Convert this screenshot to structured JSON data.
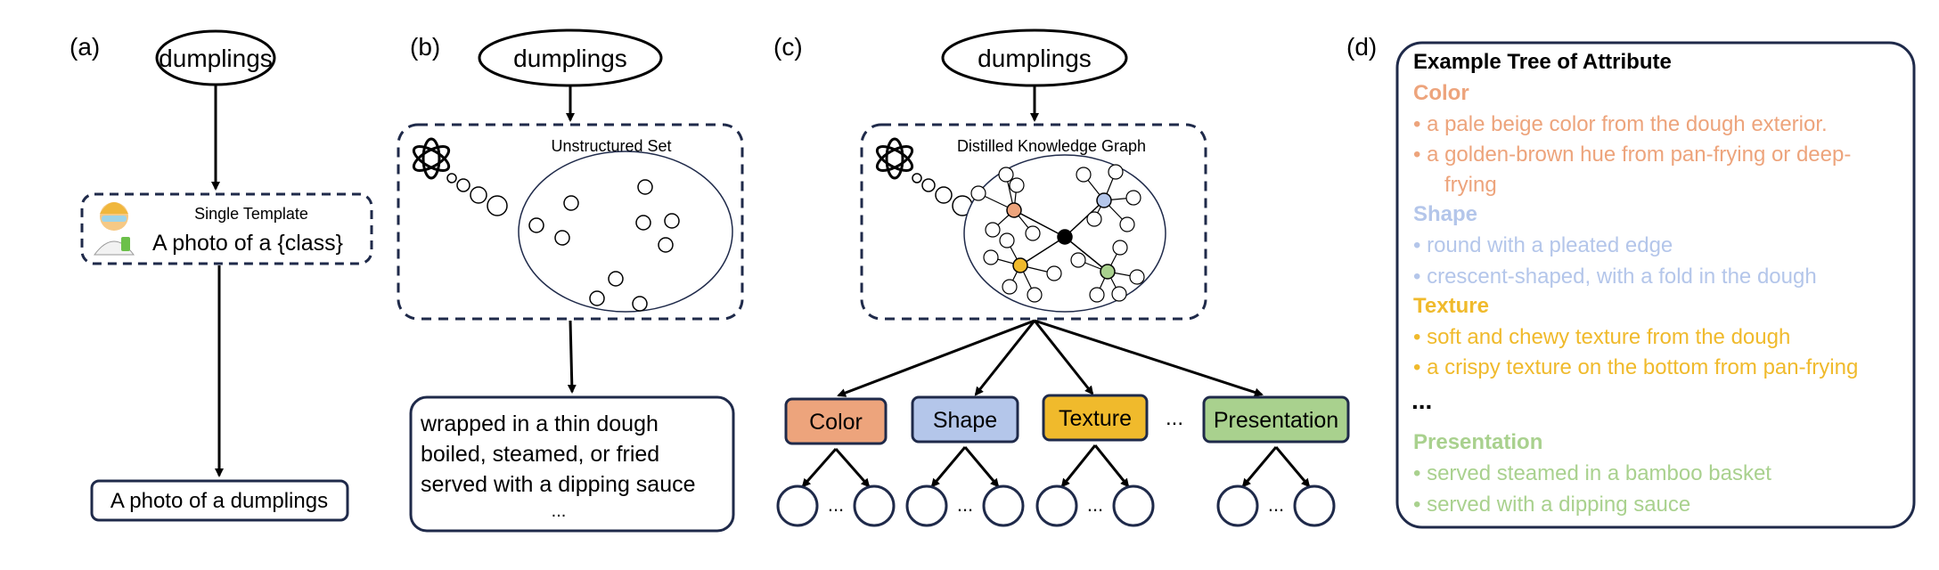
{
  "panel_a": {
    "label": "(a)",
    "class_node": "dumplings",
    "template_title": "Single Template",
    "template_text": "A photo of a {class}",
    "output": "A photo of a dumplings",
    "icon": "scientist-emoji-icon"
  },
  "panel_b": {
    "label": "(b)",
    "class_node": "dumplings",
    "set_title": "Unstructured Set",
    "icon": "openai-logo-icon",
    "output_lines": [
      "wrapped in a thin dough",
      "boiled, steamed, or fried",
      "served with a dipping sauce",
      "..."
    ]
  },
  "panel_c": {
    "label": "(c)",
    "class_node": "dumplings",
    "graph_title": "Distilled Knowledge Graph",
    "icon": "openai-logo-icon",
    "ellipsis": "...",
    "attributes": [
      {
        "label": "Color",
        "fill": "#EDA47C"
      },
      {
        "label": "Shape",
        "fill": "#B4C6EA"
      },
      {
        "label": "Texture",
        "fill": "#F0BA2C"
      },
      {
        "label": "Presentation",
        "fill": "#A9D18E"
      }
    ],
    "leaf_ellipsis": "..."
  },
  "panel_d": {
    "label": "(d)",
    "title": "Example Tree of Attribute",
    "categories": [
      {
        "name": "Color",
        "color": "#EDA47C",
        "items": [
          "• a pale beige color from the dough exterior.",
          "• a golden-brown hue from pan-frying or deep-",
          "   frying"
        ]
      },
      {
        "name": "Shape",
        "color": "#B4C6EA",
        "items": [
          "• round with a pleated edge",
          "• crescent-shaped, with a fold in the dough"
        ]
      },
      {
        "name": "Texture",
        "color": "#F0BA2C",
        "items": [
          "• soft and chewy texture from the dough",
          "• a crispy texture on the bottom from pan-frying"
        ]
      }
    ],
    "ellipsis": "...",
    "last_category": {
      "name": "Presentation",
      "color": "#A9D18E",
      "items": [
        "• served steamed in a bamboo basket",
        "• served with a dipping sauce"
      ]
    }
  },
  "colors": {
    "dashed_border": "#1F2A4A",
    "line": "#000000",
    "graph_node_black": "#000000"
  }
}
